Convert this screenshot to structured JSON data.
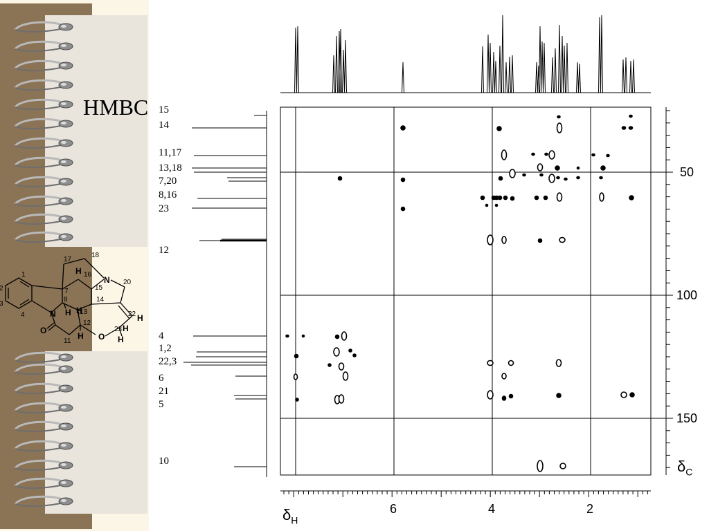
{
  "slide_title": "HMBC",
  "carbon_labels": [
    "15",
    "14",
    "11,17",
    "13,18",
    "7,20",
    "8,16",
    "23",
    "12",
    "4",
    "1,2",
    "22,3",
    "6",
    "21",
    "5",
    "10"
  ],
  "x_axis": {
    "label_main": "δ",
    "label_sub": "H",
    "ticks": [
      "6",
      "4",
      "2"
    ]
  },
  "y_axis": {
    "label_main": "δ",
    "label_sub": "C",
    "ticks": [
      "50",
      "100",
      "150"
    ]
  },
  "molecule": {
    "atom_numbers": [
      "1",
      "2",
      "3",
      "4",
      "7",
      "8",
      "11",
      "12",
      "13",
      "14",
      "15",
      "16",
      "17",
      "18",
      "20",
      "22",
      "23"
    ],
    "heteroatoms": [
      "N",
      "N",
      "O",
      "O"
    ],
    "hydrogens": [
      "H",
      "H",
      "H",
      "H",
      "H",
      "H",
      "H"
    ]
  },
  "icons": [
    "spiral-notebook-binding-icon"
  ],
  "colors": {
    "binding_brown": "#8b7355",
    "paper": "#e8e4dc",
    "spiral_metal": "#9a9a9a"
  }
}
